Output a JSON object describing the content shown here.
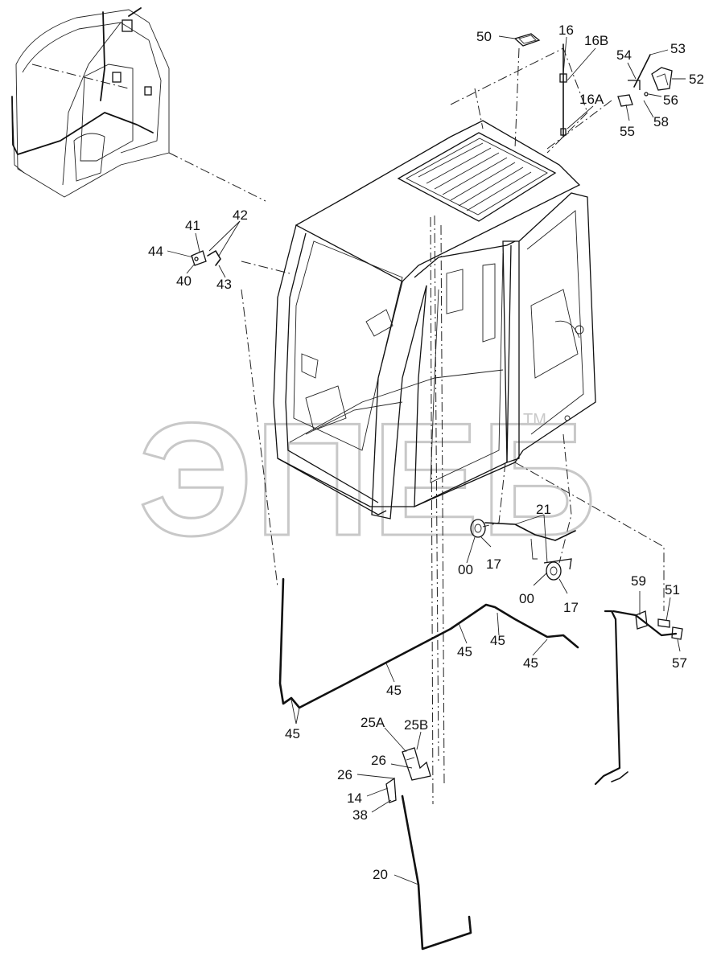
{
  "watermark": {
    "text": "ЭПЕБ",
    "mark": "TM"
  },
  "callouts": [
    {
      "id": "c-50",
      "text": "50"
    },
    {
      "id": "c-16",
      "text": "16"
    },
    {
      "id": "c-16b",
      "text": "16B"
    },
    {
      "id": "c-54",
      "text": "54"
    },
    {
      "id": "c-53",
      "text": "53"
    },
    {
      "id": "c-52",
      "text": "52"
    },
    {
      "id": "c-16a",
      "text": "16A"
    },
    {
      "id": "c-56",
      "text": "56"
    },
    {
      "id": "c-58",
      "text": "58"
    },
    {
      "id": "c-55",
      "text": "55"
    },
    {
      "id": "c-42",
      "text": "42"
    },
    {
      "id": "c-41",
      "text": "41"
    },
    {
      "id": "c-44",
      "text": "44"
    },
    {
      "id": "c-40",
      "text": "40"
    },
    {
      "id": "c-43",
      "text": "43"
    },
    {
      "id": "c-21",
      "text": "21"
    },
    {
      "id": "c-00a",
      "text": "00"
    },
    {
      "id": "c-17a",
      "text": "17"
    },
    {
      "id": "c-00b",
      "text": "00"
    },
    {
      "id": "c-17b",
      "text": "17"
    },
    {
      "id": "c-59",
      "text": "59"
    },
    {
      "id": "c-51",
      "text": "51"
    },
    {
      "id": "c-57",
      "text": "57"
    },
    {
      "id": "c-45a",
      "text": "45"
    },
    {
      "id": "c-45b",
      "text": "45"
    },
    {
      "id": "c-45c",
      "text": "45"
    },
    {
      "id": "c-45d",
      "text": "45"
    },
    {
      "id": "c-45e",
      "text": "45"
    },
    {
      "id": "c-25a",
      "text": "25A"
    },
    {
      "id": "c-25b",
      "text": "25B"
    },
    {
      "id": "c-26a",
      "text": "26"
    },
    {
      "id": "c-26b",
      "text": "26"
    },
    {
      "id": "c-14",
      "text": "14"
    },
    {
      "id": "c-38",
      "text": "38"
    },
    {
      "id": "c-20",
      "text": "20"
    }
  ]
}
